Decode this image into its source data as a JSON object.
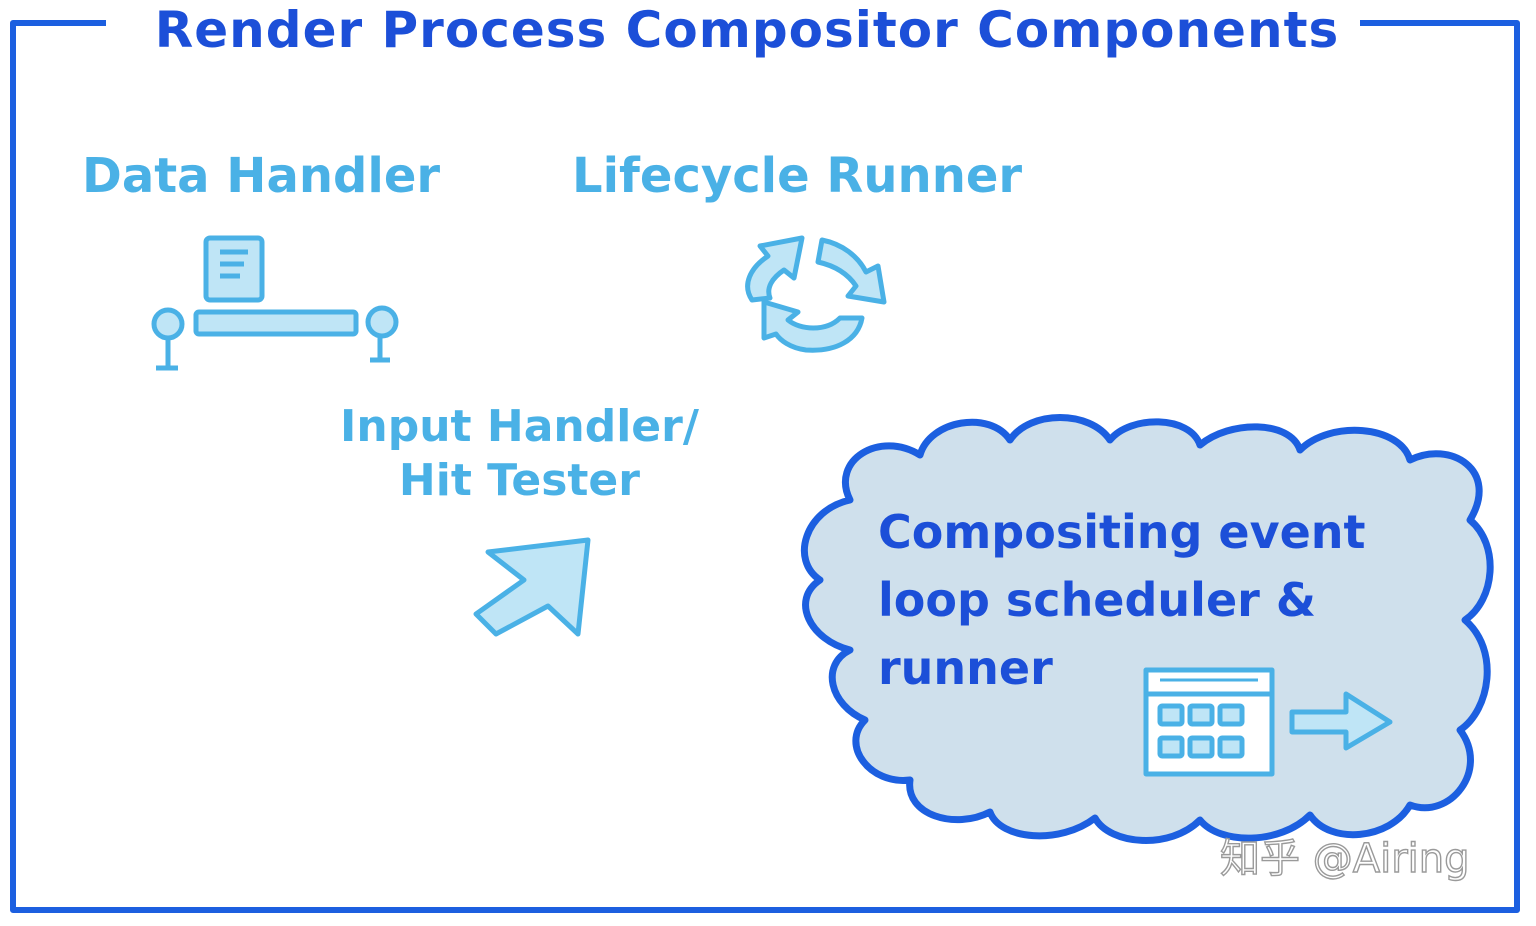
{
  "title": "Render Process Compositor Components",
  "components": {
    "data_handler": {
      "label": "Data Handler",
      "icon": "conveyor-document-icon"
    },
    "lifecycle_runner": {
      "label": "Lifecycle Runner",
      "icon": "cycle-arrows-icon"
    },
    "input_handler": {
      "label_line1": "Input Handler/",
      "label_line2": "Hit Tester",
      "icon": "pointer-arrow-icon"
    }
  },
  "cloud": {
    "line1": "Compositing event",
    "line2": "loop scheduler &",
    "line3": "runner",
    "icon": "calendar-arrow-icon"
  },
  "watermark": "知乎 @Airing",
  "colors": {
    "frame": "#1c5fe0",
    "title": "#1c4fd8",
    "component": "#4ab1e6",
    "component_fill": "#bfe5f6",
    "cloud_fill": "#cfe0ec",
    "cloud_outline": "#1c5fe0"
  }
}
